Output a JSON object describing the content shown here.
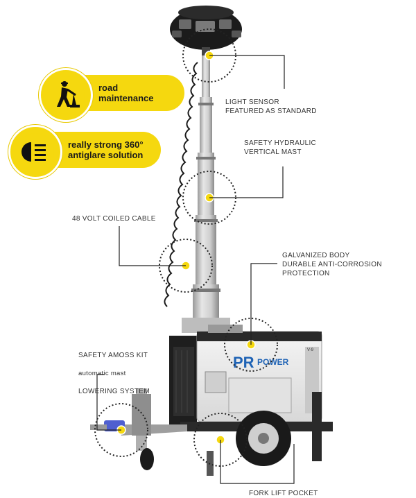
{
  "badges": {
    "road": {
      "text": "road\nmaintenance",
      "icon": "road-worker-icon"
    },
    "light": {
      "text": "really strong 360°\nantiglare solution",
      "icon": "headlight-beam-icon"
    }
  },
  "callouts": {
    "light_sensor": "LIGHT SENSOR\nFEATURED AS STANDARD",
    "hydraulic_mast": "SAFETY HYDRAULIC\nVERTICAL MAST",
    "coiled_cable": "48 VOLT COILED CABLE",
    "galvanized": "GALVANIZED BODY\nDURABLE ANTI-CORROSION\nPROTECTION",
    "amoss_title": "SAFETY AMOSS KIT",
    "amoss_sub": "automatic mast",
    "amoss_end": "LOWERING SYSTEM",
    "fork_lift": "FORK LIFT POCKET"
  },
  "brand": {
    "pr": "PR",
    "power": "POWER",
    "model": "V-9"
  },
  "colors": {
    "badge": "#f5d80f",
    "pr_blue": "#1f63b5",
    "pr_green": "#2a9a3a"
  }
}
